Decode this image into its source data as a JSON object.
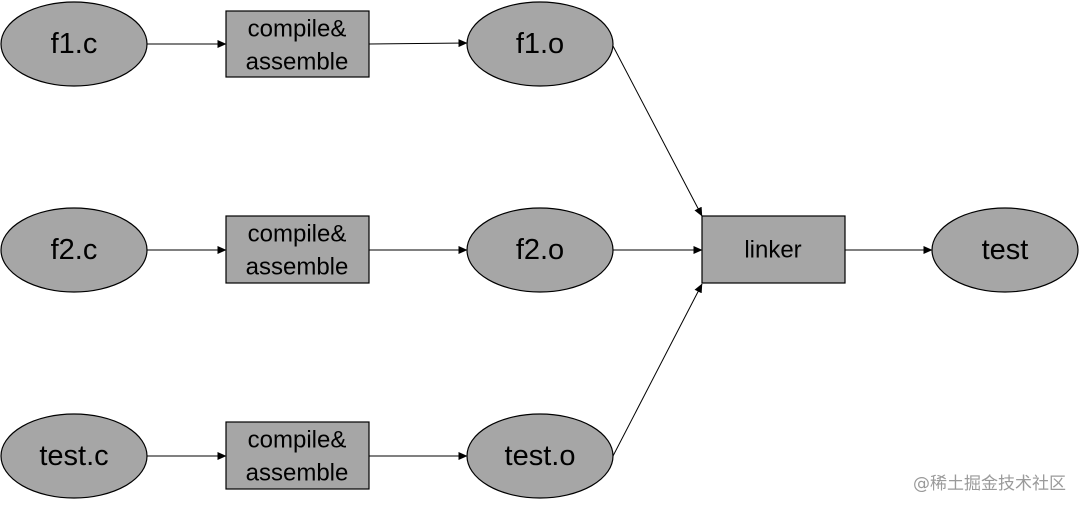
{
  "nodes": {
    "f1_c": "f1.c",
    "f2_c": "f2.c",
    "test_c": "test.c",
    "step1": [
      "compile&",
      "assemble"
    ],
    "step2": [
      "compile&",
      "assemble"
    ],
    "step3": [
      "compile&",
      "assemble"
    ],
    "f1_o": "f1.o",
    "f2_o": "f2.o",
    "test_o": "test.o",
    "linker": "linker",
    "test": "test"
  },
  "colors": {
    "node_fill": "#a6a6a6",
    "stroke": "#000000",
    "watermark": "#9a9a9a"
  },
  "watermark": "@稀土掘金技术社区"
}
